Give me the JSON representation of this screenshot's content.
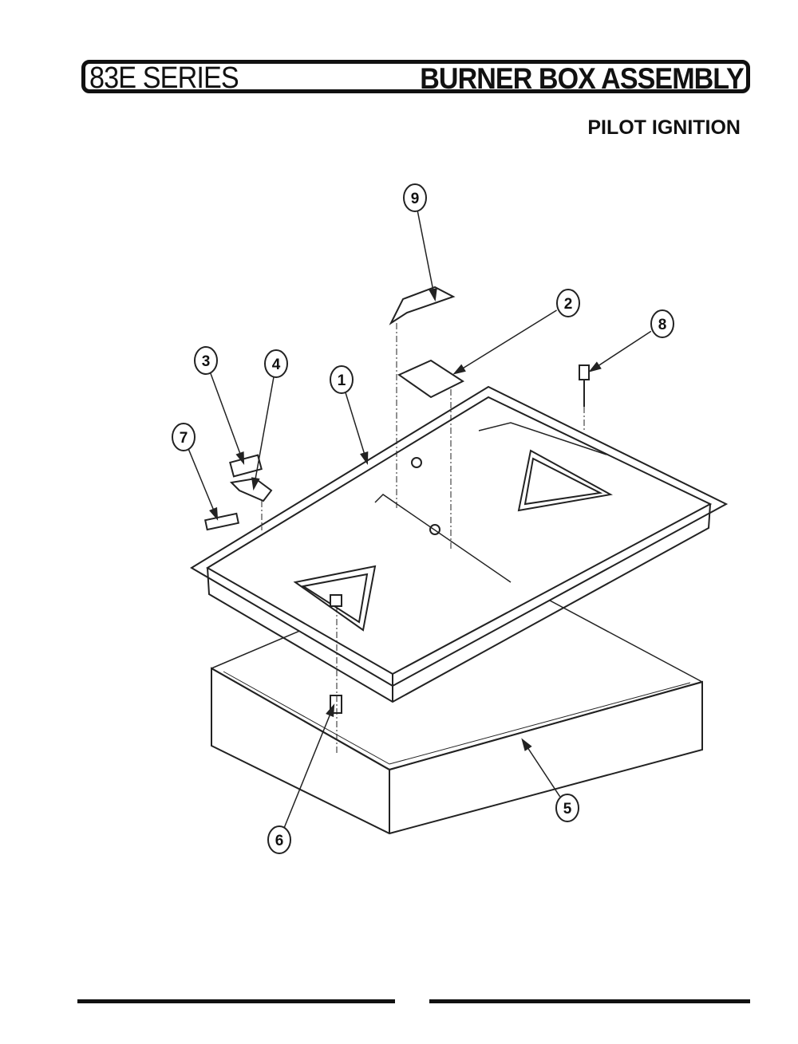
{
  "header": {
    "series": "83E SERIES",
    "title": "BURNER BOX ASSEMBLY",
    "subtitle": "PILOT IGNITION"
  },
  "callouts": [
    "1",
    "2",
    "3",
    "4",
    "5",
    "6",
    "7",
    "8",
    "9"
  ]
}
